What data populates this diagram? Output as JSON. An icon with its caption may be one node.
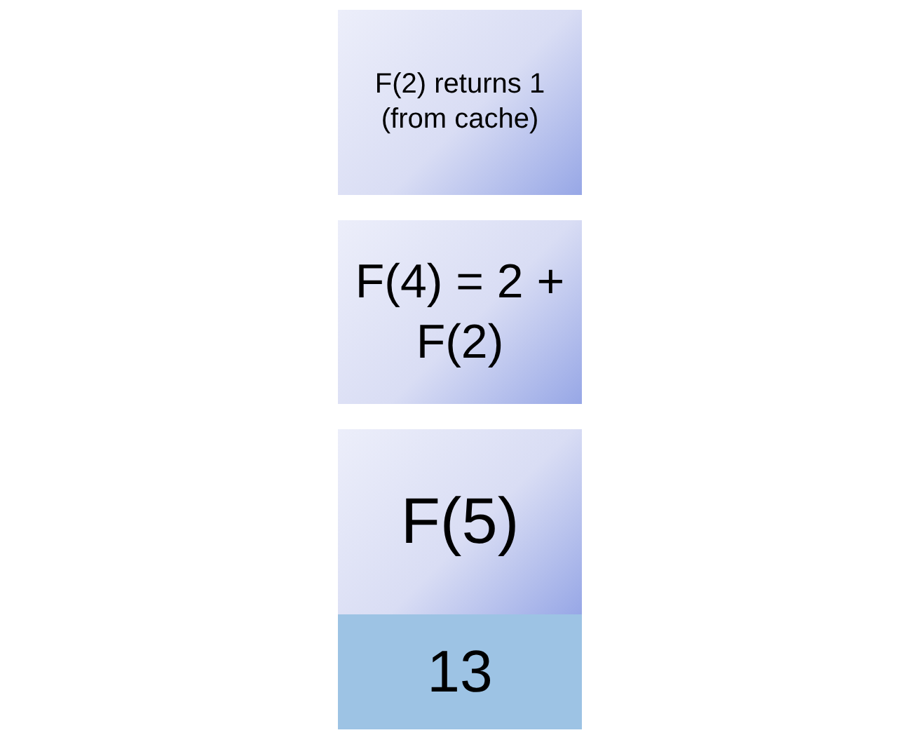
{
  "diagram": {
    "nodes": [
      {
        "text": [
          "F(2) returns 1 (from cache)"
        ]
      },
      {
        "text": [
          "F(4) = 2 + F(2)"
        ]
      },
      {
        "text": [
          "F(5)"
        ]
      },
      {
        "text": [
          "13"
        ]
      }
    ],
    "edges": []
  }
}
